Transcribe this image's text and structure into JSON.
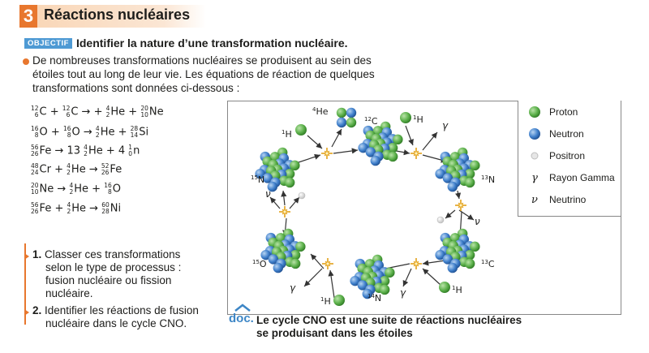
{
  "header": {
    "number": "3",
    "title": "Réactions nucléaires"
  },
  "objectif": {
    "tag": "OBJECTIF",
    "text": "Identifier la nature d’une transformation nucléaire."
  },
  "intro": "De nombreuses transformations nucléaires se produisent au sein des étoiles tout au long de leur vie. Les équations de réaction de quelques transformations sont données ci-dessous :",
  "equations": [
    [
      {
        "a": "12",
        "z": "6",
        "el": "C"
      },
      {
        "op": "+"
      },
      {
        "a": "12",
        "z": "6",
        "el": "C"
      },
      {
        "op": "→ +"
      },
      {
        "a": "4",
        "z": "2",
        "el": "He"
      },
      {
        "op": "+"
      },
      {
        "a": "20",
        "z": "10",
        "el": "Ne"
      }
    ],
    [
      {
        "a": "16",
        "z": "8",
        "el": "O"
      },
      {
        "op": "+"
      },
      {
        "a": "16",
        "z": "8",
        "el": "O"
      },
      {
        "op": "→"
      },
      {
        "a": "4",
        "z": "2",
        "el": "He"
      },
      {
        "op": "+"
      },
      {
        "a": "28",
        "z": "14",
        "el": "Si"
      }
    ],
    [
      {
        "a": "56",
        "z": "26",
        "el": "Fe"
      },
      {
        "op": "→ 13"
      },
      {
        "a": "4",
        "z": "2",
        "el": "He"
      },
      {
        "op": "+ 4"
      },
      {
        "a": "1",
        "z": "0",
        "el": "n"
      }
    ],
    [
      {
        "a": "48",
        "z": "24",
        "el": "Cr"
      },
      {
        "op": "+"
      },
      {
        "a": "4",
        "z": "2",
        "el": "He"
      },
      {
        "op": "→"
      },
      {
        "a": "52",
        "z": "26",
        "el": "Fe"
      }
    ],
    [
      {
        "a": "20",
        "z": "10",
        "el": "Ne"
      },
      {
        "op": "→"
      },
      {
        "a": "4",
        "z": "2",
        "el": "He"
      },
      {
        "op": "+"
      },
      {
        "a": "16",
        "z": "8",
        "el": "O"
      }
    ],
    [
      {
        "a": "56",
        "z": "26",
        "el": "Fe"
      },
      {
        "op": "+"
      },
      {
        "a": "4",
        "z": "2",
        "el": "He"
      },
      {
        "op": "→"
      },
      {
        "a": "60",
        "z": "28",
        "el": "Ni"
      }
    ]
  ],
  "questions": [
    {
      "num": "1.",
      "lines": [
        "Classer ces transformations",
        "selon le type de processus :",
        "fusion nucléaire ou fission",
        "nucléaire."
      ]
    },
    {
      "num": "2.",
      "lines": [
        "Identifier les réactions de fusion",
        "nucléaire dans le cycle CNO."
      ]
    }
  ],
  "legend": [
    {
      "symbol": "proton-dot",
      "label": "Proton"
    },
    {
      "symbol": "neutron-dot",
      "label": "Neutron"
    },
    {
      "symbol": "positron-dot",
      "label": "Positron"
    },
    {
      "symbol": "γ",
      "label": "Rayon Gamma"
    },
    {
      "symbol": "ν",
      "label": "Neutrino"
    }
  ],
  "diagram_labels": {
    "he4": {
      "a": "4",
      "el": "He"
    },
    "c12": {
      "a": "12",
      "el": "C"
    },
    "h1_top_left": {
      "a": "1",
      "el": "H"
    },
    "h1_top_right": {
      "a": "1",
      "el": "H"
    },
    "n15": {
      "a": "15",
      "el": "N"
    },
    "n13": {
      "a": "13",
      "el": "N"
    },
    "o15": {
      "a": "15",
      "el": "O"
    },
    "c13": {
      "a": "13",
      "el": "C"
    },
    "n14": {
      "a": "14",
      "el": "N"
    },
    "h1_bottom_left": {
      "a": "1",
      "el": "H"
    },
    "h1_bottom_right": {
      "a": "1",
      "el": "H"
    },
    "gamma": "γ",
    "nu": "ν"
  },
  "doc": {
    "tag": "doc.",
    "caption_lines": [
      "Le cycle CNO est une suite de réactions nucléaires",
      "se produisant dans les étoiles"
    ]
  },
  "colors": {
    "accent": "#e8772e",
    "proton": "#5bb04a",
    "neutron": "#3f7fcb",
    "positron": "#d5d5d5",
    "doc": "#3d86c6"
  }
}
